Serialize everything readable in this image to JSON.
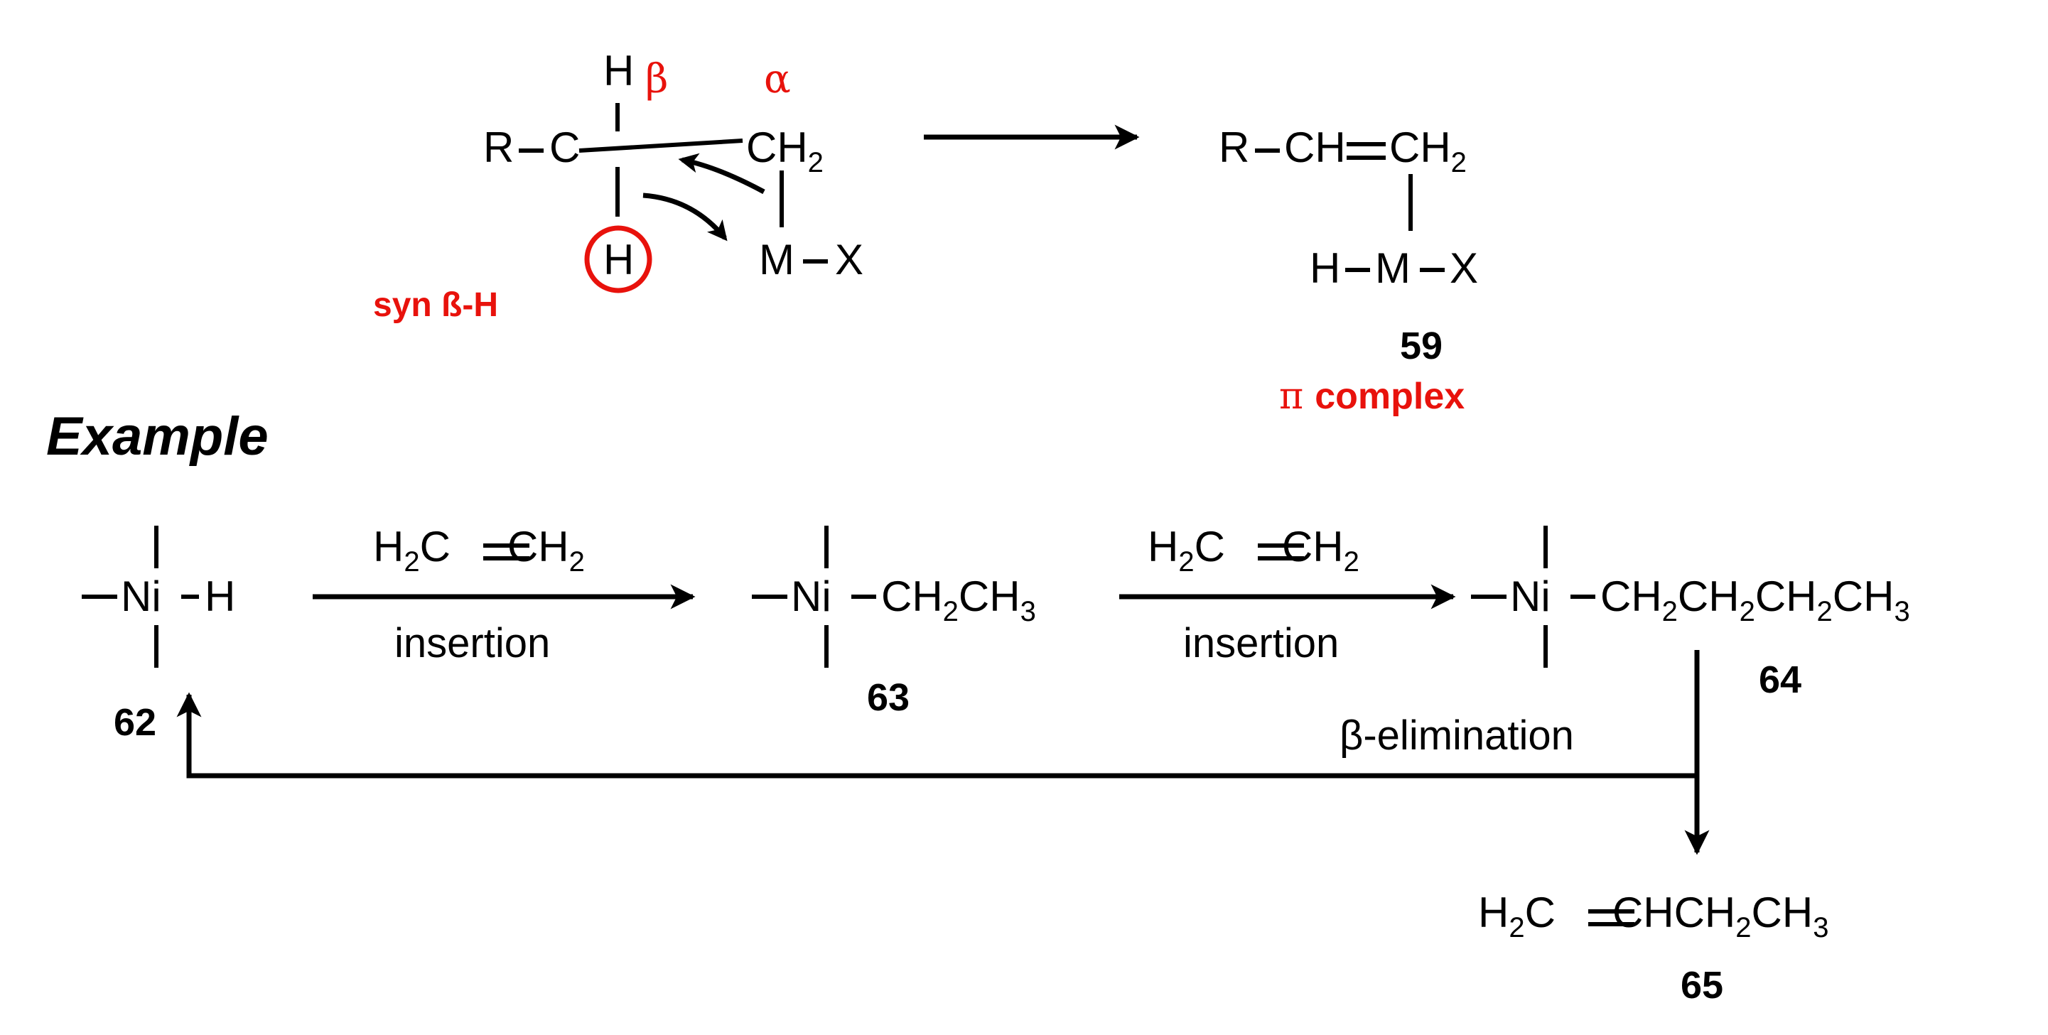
{
  "colors": {
    "ink": "#000000",
    "accent": "#e8120c"
  },
  "mechanism": {
    "R": "R",
    "C": "C",
    "H_top": "H",
    "beta": "β",
    "alpha": "α",
    "CH2": "CH",
    "sub2": "2",
    "H_bottom": "H",
    "M": "M",
    "X": "X",
    "syn_label": "syn ß-H"
  },
  "product59": {
    "R": "R",
    "CH": "CH",
    "CH2": "CH",
    "sub2": "2",
    "H": "H",
    "M": "M",
    "X": "X",
    "number": "59",
    "pi_symbol": "π",
    "pi_label": "complex"
  },
  "example_heading": "Example",
  "example": {
    "c62": {
      "Ni": "Ni",
      "H": "H",
      "number": "62"
    },
    "step1": {
      "reagent": "H",
      "sub2a": "2",
      "C1": "C",
      "CH2": "CH",
      "sub2b": "2",
      "label": "insertion"
    },
    "c63": {
      "Ni": "Ni",
      "chain": "CH",
      "sub2": "2",
      "ch3": "CH",
      "sub3": "3",
      "number": "63"
    },
    "step2": {
      "reagent": "H",
      "sub2a": "2",
      "C1": "C",
      "CH2": "CH",
      "sub2b": "2",
      "label": "insertion"
    },
    "c64": {
      "Ni": "Ni",
      "p1": "CH",
      "s1": "2",
      "p2": "CH",
      "s2": "2",
      "p3": "CH",
      "s3": "2",
      "p4": "CH",
      "s4": "3",
      "number": "64"
    },
    "elimination_label": "β-elimination",
    "c65": {
      "p1": "H",
      "s1": "2",
      "p2": "C",
      "p3": "CHCH",
      "s3": "2",
      "p4": "CH",
      "s4": "3",
      "number": "65"
    }
  }
}
